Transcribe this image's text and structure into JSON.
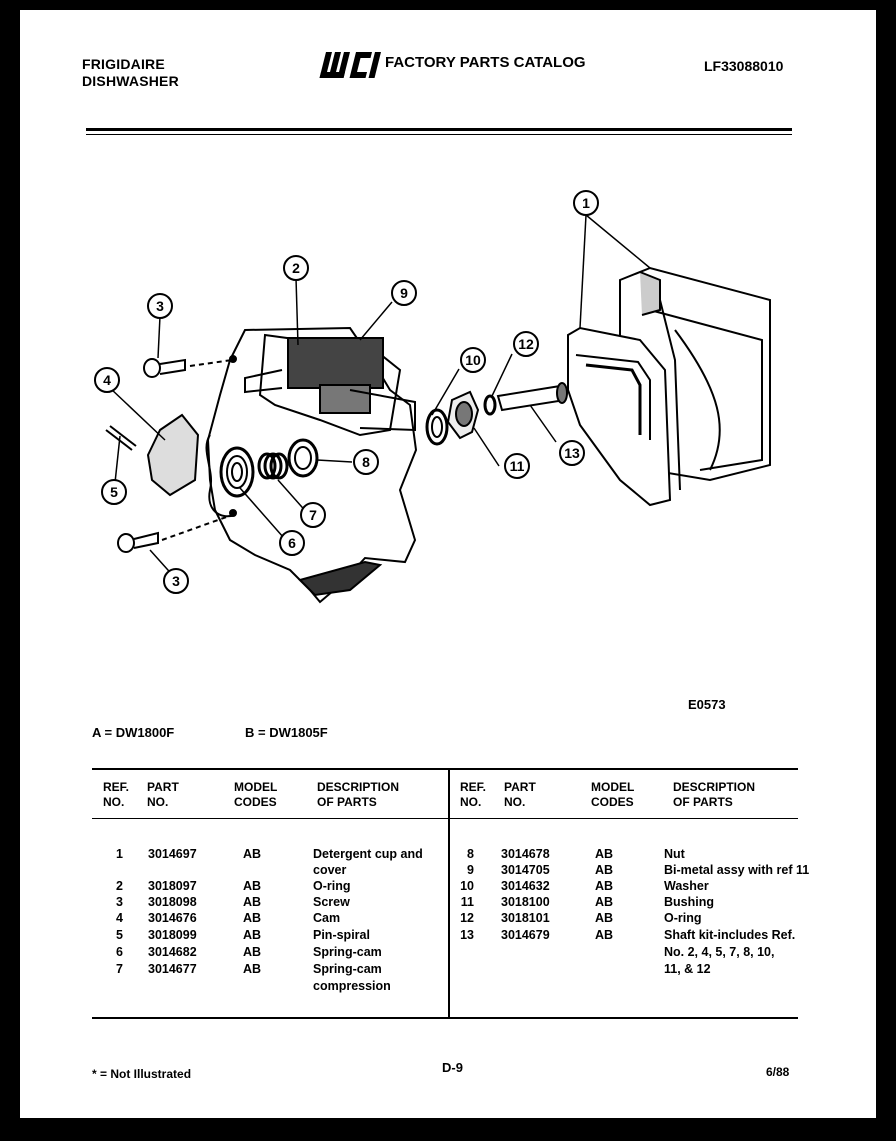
{
  "header": {
    "brand_line1": "FRIGIDAIRE",
    "brand_line2": "DISHWASHER",
    "logo_text": "WCI",
    "catalog_title": "FACTORY PARTS CATALOG",
    "catalog_number": "LF33088010"
  },
  "diagram": {
    "figure_id": "E0573",
    "callouts": [
      "1",
      "2",
      "3",
      "4",
      "5",
      "6",
      "7",
      "8",
      "9",
      "10",
      "11",
      "12",
      "13"
    ]
  },
  "models": {
    "a": "A = DW1800F",
    "b": "B = DW1805F"
  },
  "table": {
    "headers": {
      "ref_line1": "REF.",
      "ref_line2": "NO.",
      "part_line1": "PART",
      "part_line2": "NO.",
      "model_line1": "MODEL",
      "model_line2": "CODES",
      "desc_line1": "DESCRIPTION",
      "desc_line2": "OF PARTS"
    },
    "left_rows": [
      {
        "ref": "1",
        "part": "3014697",
        "codes": "AB",
        "desc": "Detergent cup and"
      },
      {
        "ref": "",
        "part": "",
        "codes": "",
        "desc": "cover"
      },
      {
        "ref": "2",
        "part": "3018097",
        "codes": "AB",
        "desc": "O-ring"
      },
      {
        "ref": "3",
        "part": "3018098",
        "codes": "AB",
        "desc": "Screw"
      },
      {
        "ref": "4",
        "part": "3014676",
        "codes": "AB",
        "desc": "Cam"
      },
      {
        "ref": "5",
        "part": "3018099",
        "codes": "AB",
        "desc": "Pin-spiral"
      },
      {
        "ref": "6",
        "part": "3014682",
        "codes": "AB",
        "desc": "Spring-cam"
      },
      {
        "ref": "7",
        "part": "3014677",
        "codes": "AB",
        "desc": "Spring-cam"
      },
      {
        "ref": "",
        "part": "",
        "codes": "",
        "desc": "compression"
      }
    ],
    "right_rows": [
      {
        "ref": "8",
        "part": "3014678",
        "codes": "AB",
        "desc": "Nut"
      },
      {
        "ref": "9",
        "part": "3014705",
        "codes": "AB",
        "desc": "Bi-metal assy with ref 11"
      },
      {
        "ref": "10",
        "part": "3014632",
        "codes": "AB",
        "desc": "Washer"
      },
      {
        "ref": "11",
        "part": "3018100",
        "codes": "AB",
        "desc": "Bushing"
      },
      {
        "ref": "12",
        "part": "3018101",
        "codes": "AB",
        "desc": "O-ring"
      },
      {
        "ref": "13",
        "part": "3014679",
        "codes": "AB",
        "desc": "Shaft kit-includes Ref."
      },
      {
        "ref": "",
        "part": "",
        "codes": "",
        "desc": "No. 2, 4, 5, 7, 8, 10,"
      },
      {
        "ref": "",
        "part": "",
        "codes": "",
        "desc": "11, & 12"
      }
    ]
  },
  "footer": {
    "note": "* = Not Illustrated",
    "page": "D-9",
    "date": "6/88"
  }
}
